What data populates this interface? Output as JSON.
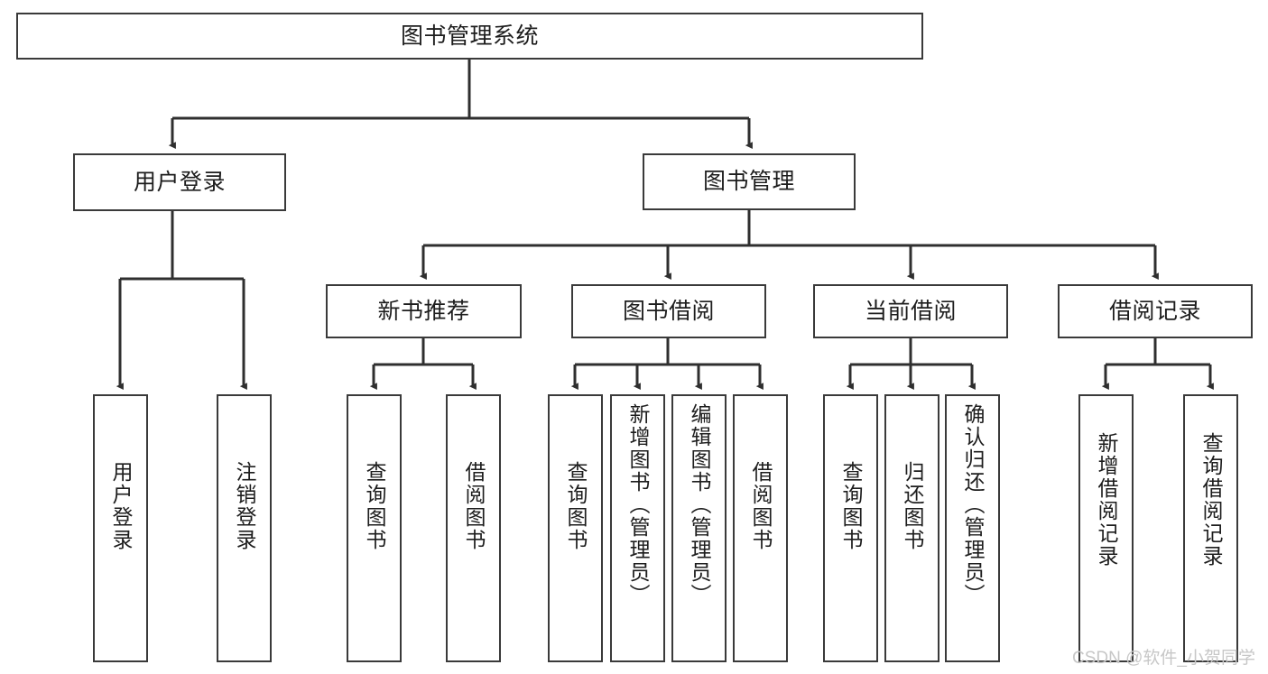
{
  "diagram": {
    "title": "图书管理系统",
    "type": "tree-hierarchy",
    "watermark": "CSDN @软件_小贺同学",
    "colors": {
      "box_border": "#3a3a3a",
      "box_fill": "#ffffff",
      "edge": "#2f2f2f",
      "text": "#1d1d1d",
      "watermark": "#c7c7c7"
    },
    "nodes": {
      "root": {
        "label": "图书管理系统"
      },
      "level2": [
        {
          "label": "用户登录"
        },
        {
          "label": "图书管理"
        }
      ],
      "level3": [
        {
          "label": "新书推荐"
        },
        {
          "label": "图书借阅"
        },
        {
          "label": "当前借阅"
        },
        {
          "label": "借阅记录"
        }
      ],
      "leaves_user_login": [
        {
          "label": "用户登录"
        },
        {
          "label": "注销登录"
        }
      ],
      "leaves_new_books": [
        {
          "label": "查询图书"
        },
        {
          "label": "借阅图书"
        }
      ],
      "leaves_book_borrow": [
        {
          "label": "查询图书"
        },
        {
          "label": "新增图书（管理员）"
        },
        {
          "label": "编辑图书（管理员）"
        },
        {
          "label": "借阅图书"
        }
      ],
      "leaves_current_borrow": [
        {
          "label": "查询图书"
        },
        {
          "label": "归还图书"
        },
        {
          "label": "确认归还（管理员）"
        }
      ],
      "leaves_borrow_records": [
        {
          "label": "新增借阅记录"
        },
        {
          "label": "查询借阅记录"
        }
      ]
    }
  }
}
